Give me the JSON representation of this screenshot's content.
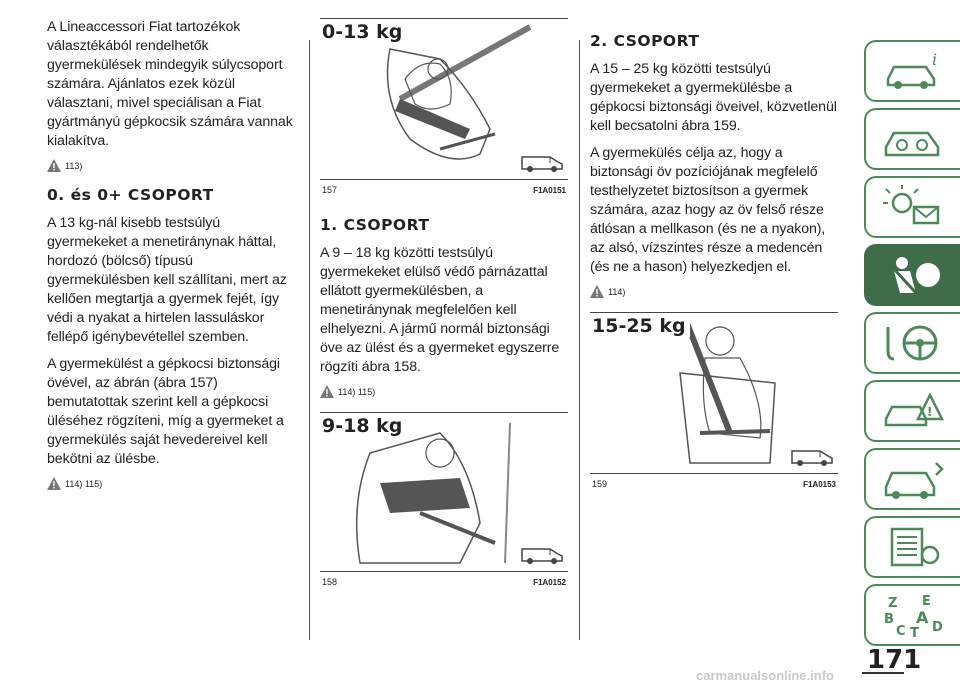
{
  "col1": {
    "intro": "A Lineaccessori Fiat tartozékok választékából rendelhetők gyermekülések mindegyik súlycsoport számára. Ajánlatos ezek közül választani, mivel speciálisan a Fiat gyártmányú gépkocsik számára vannak kialakítva.",
    "intro_ref": "113)",
    "heading": "0. és 0+ CSOPORT",
    "para1": "A 13 kg-nál kisebb testsúlyú gyermekeket a menetiránynak háttal, hordozó (bölcső) típusú gyermekülésben kell szállítani, mert az kellően megtartja a gyermek fejét, így védi a nyakat a hirtelen lassuláskor fellépő igénybevétellel szemben.",
    "para2": "A gyermekülést a gépkocsi biztonsági övével, az ábrán (ábra 157) bemutatottak szerint kell a gépkocsi üléséhez rögzíteni, míg a gyermeket a gyermekülés saját hevedereivel kell bekötni az ülésbe.",
    "para2_ref": "114) 115)"
  },
  "col2": {
    "fig157": {
      "title": "0-13 kg",
      "num": "157",
      "code": "F1A0151"
    },
    "heading": "1. CSOPORT",
    "para": "A 9 – 18 kg közötti testsúlyú gyermekeket elülső védő párnázattal ellátott gyermekülésben, a menetiránynak megfelelően kell elhelyezni. A jármű normál biztonsági öve az ülést és a gyermeket egyszerre rögzíti ábra 158.",
    "para_ref": "114) 115)",
    "fig158": {
      "title": "9-18 kg",
      "num": "158",
      "code": "F1A0152"
    }
  },
  "col3": {
    "heading": "2. CSOPORT",
    "para1": "A 15 – 25 kg közötti testsúlyú gyermekeket a gyermekülésbe a gépkocsi biztonsági öveivel, közvetlenül kell becsatolni ábra 159.",
    "para2": "A gyermekülés célja az, hogy a biztonsági öv pozíciójának megfelelő testhelyzetet biztosítson a gyermek számára, azaz hogy az öv felső része átlósan a mellkason (és ne a nyakon), az alsó, vízszintes része a medencén (és ne a hason) helyezkedjen el.",
    "para2_ref": "114)",
    "fig159": {
      "title": "15-25 kg",
      "num": "159",
      "code": "F1A0153"
    }
  },
  "sidebar": {
    "tabs": [
      {
        "icon": "car-info-icon"
      },
      {
        "icon": "car-dashboard-icon"
      },
      {
        "icon": "warning-lights-icon"
      },
      {
        "icon": "airbag-safety-icon",
        "active": true
      },
      {
        "icon": "steering-wheel-icon"
      },
      {
        "icon": "roadside-emergency-icon"
      },
      {
        "icon": "car-maintenance-icon"
      },
      {
        "icon": "technical-data-icon"
      },
      {
        "icon": "alphabetical-index-icon"
      }
    ],
    "index_letters": [
      "Z",
      "E",
      "B",
      "A",
      "C",
      "T",
      "D"
    ]
  },
  "page_number": "171",
  "watermark": "carmanualsonline.info",
  "colors": {
    "accent": "#3f6c49",
    "tab_border": "#4c8a5a"
  }
}
